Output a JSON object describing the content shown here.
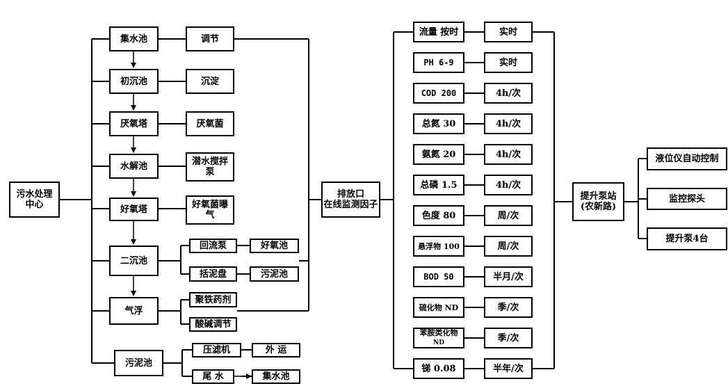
{
  "center": {
    "line1": "污水处理",
    "line2": "中心"
  },
  "process": {
    "jishuichi": {
      "label": "集水池",
      "tag": "调节"
    },
    "chuchenchi": {
      "label": "初沉池",
      "tag": "沉淀"
    },
    "yanyangta": {
      "label": "厌氧塔",
      "tag": "厌氧菌"
    },
    "shuijiechi": {
      "label": "水解池",
      "tag_line1": "潜水搅拌",
      "tag_line2": "泵"
    },
    "haoyangta": {
      "label": "好氧塔",
      "tag_line1": "好氧菌曝",
      "tag_line2": "气"
    },
    "erchenchi": {
      "label": "二沉池",
      "upper": "回流泵",
      "upper_target": "好氧池",
      "lower": "括泥盘",
      "lower_target": "污泥池"
    },
    "qifu": {
      "label": "气浮",
      "upper": "聚铁药剂",
      "lower": "酸碱调节"
    },
    "wunichi": {
      "label": "污泥池",
      "upper": "压滤机",
      "upper_target": "外 运",
      "lower": "尾 水",
      "lower_target": "集水池"
    }
  },
  "outlet": {
    "line1": "排放口",
    "line2": "在线监测因子"
  },
  "monitoring": [
    {
      "factor": "流量 按时",
      "freq": "实时"
    },
    {
      "factor": "PH 6-9",
      "freq": "实时"
    },
    {
      "factor": "COD 200",
      "freq": "4h/次"
    },
    {
      "factor": "总氮 30",
      "freq": "4h/次"
    },
    {
      "factor": "氨氮 20",
      "freq": "4h/次"
    },
    {
      "factor": "总磷 1.5",
      "freq": "4h/次"
    },
    {
      "factor": "色度 80",
      "freq": "周/次"
    },
    {
      "factor": "悬浮物 100",
      "freq": "周/次"
    },
    {
      "factor": "BOD 50",
      "freq": "半月/次"
    },
    {
      "factor": "硫化物 ND",
      "freq": "季/次"
    },
    {
      "factor_line1": "苯胺类化物",
      "factor_line2": "ND",
      "freq": "季/次"
    },
    {
      "factor": "锑 0.08",
      "freq": "半年/次"
    }
  ],
  "pump_station": {
    "line1": "提升泵站",
    "line2": "(农新路)"
  },
  "pump_items": [
    "液位仪自动控制",
    "监控探头",
    "提升泵4台"
  ]
}
